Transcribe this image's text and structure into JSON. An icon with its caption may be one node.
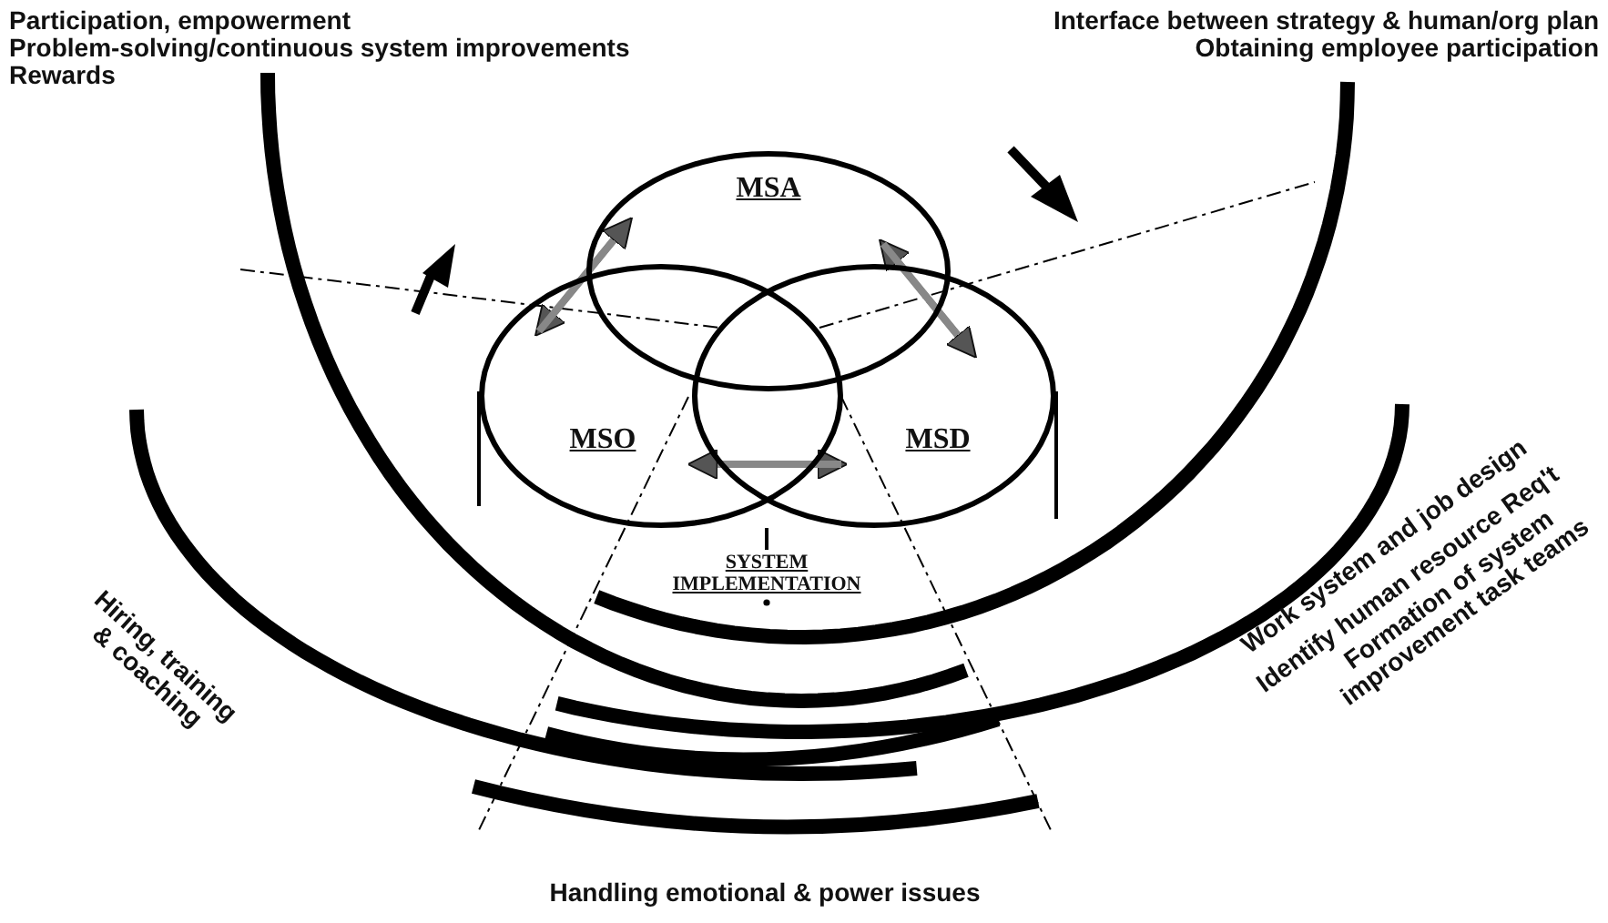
{
  "diagram": {
    "nodes": [
      {
        "text": [
          "MSA"
        ]
      },
      {
        "text": [
          "MSO"
        ]
      },
      {
        "text": [
          "MSD"
        ]
      }
    ],
    "edges": [
      {
        "from": 0,
        "to": 1,
        "arrow": "to"
      },
      {
        "from": 1,
        "to": 0,
        "arrow": "to"
      },
      {
        "from": 2,
        "to": 0,
        "arrow": "to"
      },
      {
        "from": 0,
        "to": 2,
        "arrow": "to"
      },
      {
        "from": 1,
        "to": 2,
        "arrow": "to"
      },
      {
        "from": 2,
        "to": 1,
        "arrow": "to"
      }
    ],
    "labels": [
      "Participation, empowerment",
      "Problem-solving/continuous system improvements",
      "Rewards",
      "Interface between strategy & human/org plan",
      "Obtaining employee participation",
      "SYSTEM IMPLEMENTATION",
      "Hiring, training & coaching",
      "Work system and job design",
      "Identify human resource Req't",
      "Formation of system improvement task teams",
      "Handling emotional & power issues"
    ]
  }
}
